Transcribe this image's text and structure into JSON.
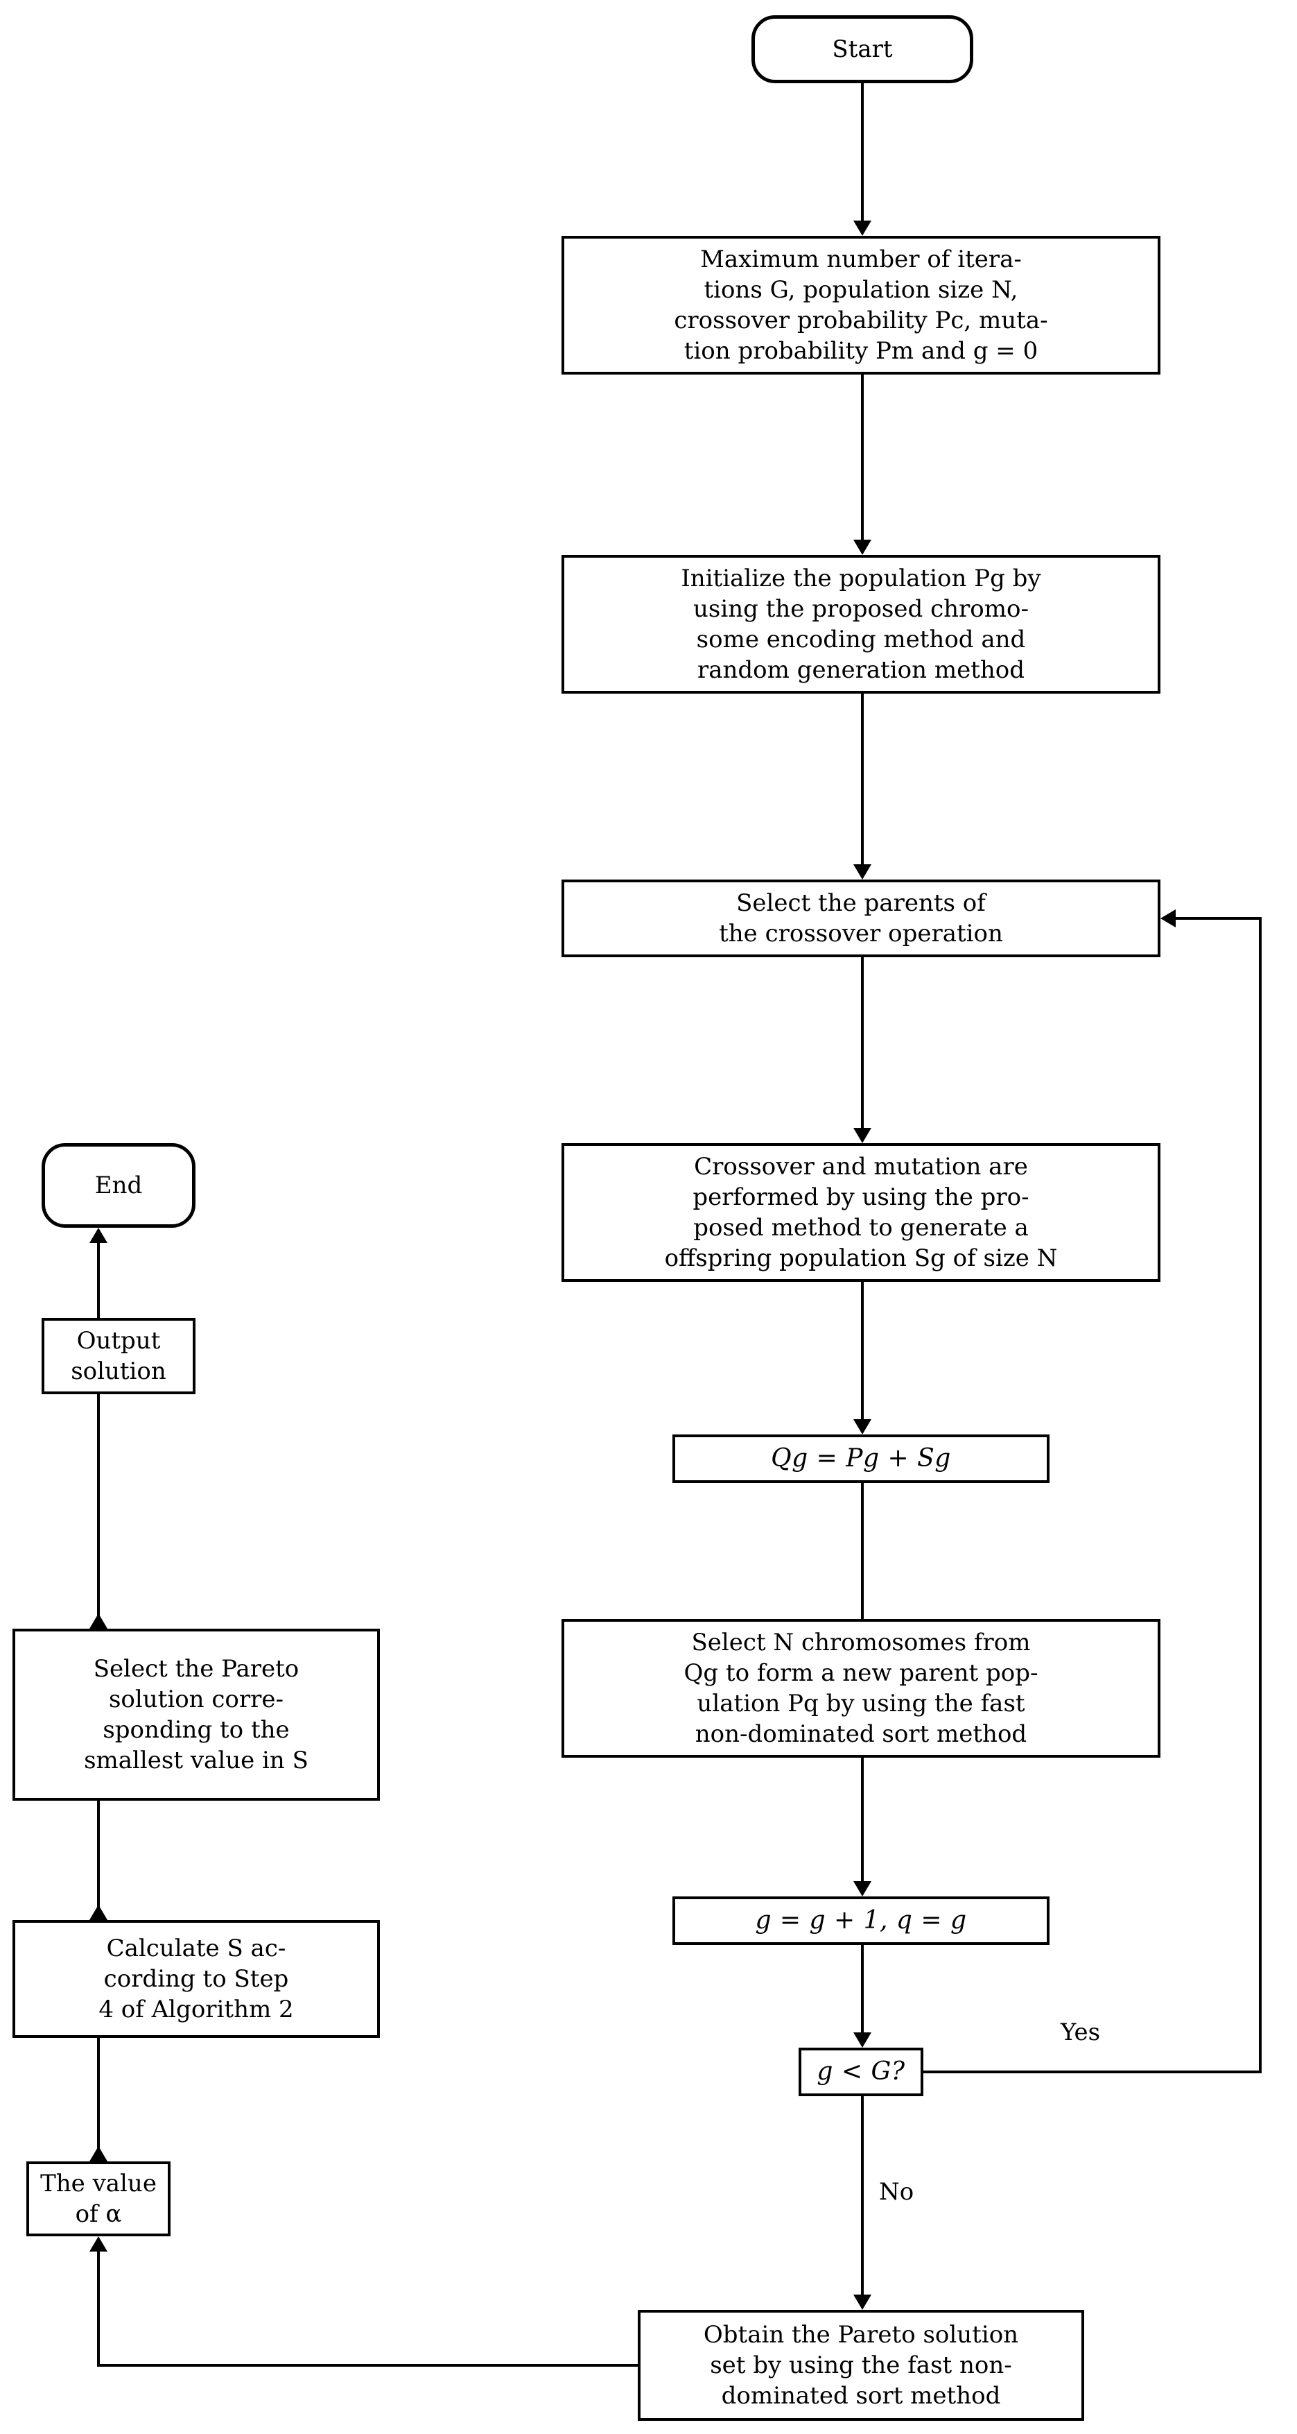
{
  "diagram": {
    "title": "NSGA-II based genetic algorithm flowchart",
    "nodes": {
      "start": {
        "label": "Start",
        "shape": "rounded-rectangle"
      },
      "init_params": {
        "label": "Maximum number of itera-\ntions G, population size N,\ncrossover probability Pc, muta-\ntion probability Pm and g = 0",
        "shape": "rectangle"
      },
      "init_population": {
        "label": "Initialize the population Pg by\nusing the proposed chromo-\nsome encoding method and\nrandom generation method",
        "shape": "rectangle"
      },
      "select_parents": {
        "label": "Select the parents of\nthe crossover operation",
        "shape": "rectangle"
      },
      "crossover_mutation": {
        "label": "Crossover and mutation are\nperformed by using the pro-\nposed method to generate a\noffspring population Sg of size N",
        "shape": "rectangle"
      },
      "combine_populations": {
        "label": "Qg  =  Pg + Sg",
        "shape": "rectangle"
      },
      "select_chromosomes": {
        "label": "Select N chromosomes from\nQg to form a new parent pop-\nulation Pq by using the fast\nnon-dominated sort method",
        "shape": "rectangle"
      },
      "increment_counter": {
        "label": "g = g + 1, q = g",
        "shape": "rectangle"
      },
      "loop_condition": {
        "label": "g < G?",
        "shape": "rectangle"
      },
      "obtain_pareto_set": {
        "label": "Obtain the Pareto solution\nset by using the fast non-\ndominated sort method",
        "shape": "rectangle"
      },
      "value_alpha": {
        "label": "The value\nof α",
        "shape": "rectangle"
      },
      "calculate_s": {
        "label": "Calculate S ac-\ncording to Step\n4 of Algorithm 2",
        "shape": "rectangle"
      },
      "select_pareto_solution": {
        "label": "Select the Pareto\nsolution corre-\nsponding to the\nsmallest value in S",
        "shape": "rectangle"
      },
      "output_solution": {
        "label": "Output\nsolution",
        "shape": "rectangle"
      },
      "end": {
        "label": "End",
        "shape": "rounded-rectangle"
      }
    },
    "edge_labels": {
      "yes": "Yes",
      "no": "No"
    },
    "colors": {
      "stroke": "#000000",
      "fill": "#ffffff",
      "text": "#000000"
    }
  }
}
